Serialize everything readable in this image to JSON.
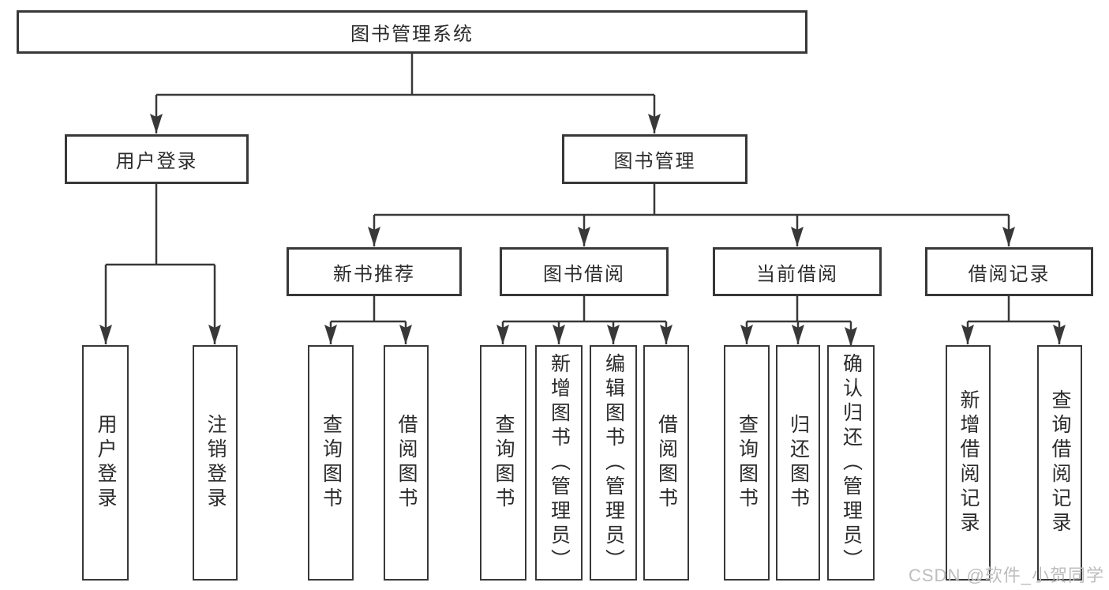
{
  "diagram": {
    "title": "图书管理系统",
    "root": {
      "label": "图书管理系统"
    },
    "level2": {
      "user_login": {
        "label": "用户登录"
      },
      "book_management": {
        "label": "图书管理"
      }
    },
    "level3": {
      "new_book_recommend": {
        "label": "新书推荐"
      },
      "book_borrow": {
        "label": "图书借阅"
      },
      "current_borrow": {
        "label": "当前借阅"
      },
      "borrow_records": {
        "label": "借阅记录"
      }
    },
    "leaves": {
      "user_login": {
        "label": "用户登录",
        "parent": "用户登录"
      },
      "logout": {
        "label": "注销登录",
        "parent": "用户登录"
      },
      "nb_query": {
        "label": "查询图书",
        "parent": "新书推荐"
      },
      "nb_borrow": {
        "label": "借阅图书",
        "parent": "新书推荐"
      },
      "bb_query": {
        "label": "查询图书",
        "parent": "图书借阅"
      },
      "bb_add": {
        "label": "新增图书（管理员）",
        "parent": "图书借阅"
      },
      "bb_edit": {
        "label": "编辑图书（管理员）",
        "parent": "图书借阅"
      },
      "bb_borrow": {
        "label": "借阅图书",
        "parent": "图书借阅"
      },
      "cb_query": {
        "label": "查询图书",
        "parent": "当前借阅"
      },
      "cb_return": {
        "label": "归还图书",
        "parent": "当前借阅"
      },
      "cb_confirm": {
        "label": "确认归还（管理员）",
        "parent": "当前借阅"
      },
      "br_add": {
        "label": "新增借阅记录",
        "parent": "借阅记录"
      },
      "br_query": {
        "label": "查询借阅记录",
        "parent": "借阅记录"
      }
    },
    "watermark": "CSDN @软件_小贺同学",
    "colors": {
      "line": "#383838",
      "box_border": "#383838",
      "text": "#2b2b2b",
      "background": "#ffffff",
      "watermark": "#bdbdbd"
    }
  }
}
